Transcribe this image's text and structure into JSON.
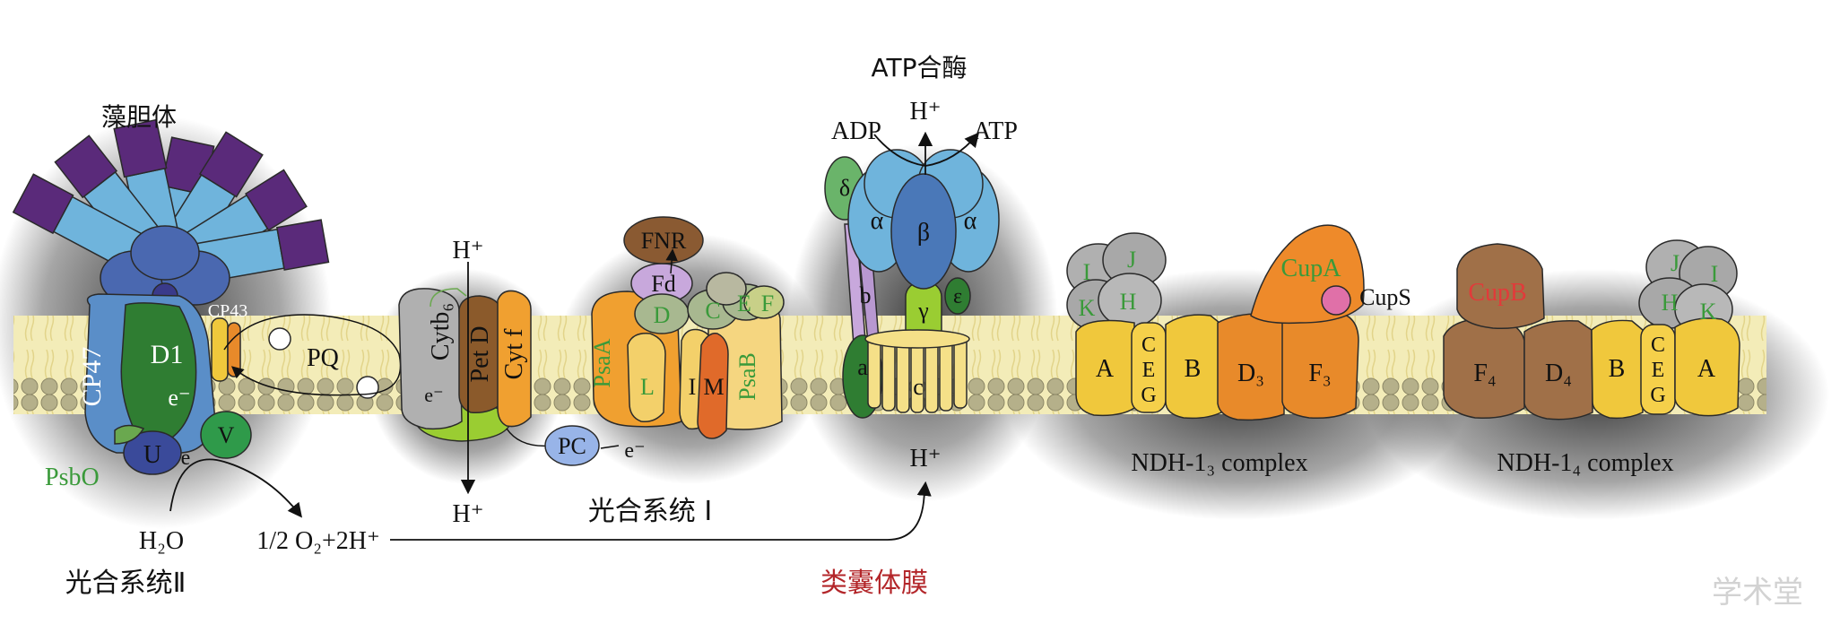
{
  "titles": {
    "phycobilisome": "藻胆体",
    "atp_synthase": "ATP合酶",
    "ps2": "光合系统Ⅱ",
    "ps1": "光合系统 I",
    "membrane": "类囊体膜",
    "ndh13": "NDH-1₃ complex",
    "ndh14": "NDH-1₄ complex"
  },
  "ps2_labels": {
    "cp47": "CP47",
    "d1": "D1",
    "electron": "e⁻",
    "cp43": "CP43",
    "v": "V",
    "u": "U",
    "e": "e",
    "psbo": "PsbO",
    "h2o": "H₂O",
    "o2": "1/2 O₂+2H⁺"
  },
  "pq_label": "PQ",
  "cytb6f_labels": {
    "h_top": "H⁺",
    "cytb6": "Cytb₆",
    "e": "e⁻",
    "petd": "Pet D",
    "cytf": "Cyt f",
    "h_bottom": "H⁺"
  },
  "ps1_labels": {
    "fnr": "FNR",
    "fd": "Fd",
    "d": "D",
    "c": "C",
    "e": "E",
    "f": "F",
    "psaa": "PsaA",
    "l": "L",
    "i": "I",
    "m": "M",
    "psab": "PsaB",
    "pc": "PC",
    "e_minus": "e⁻"
  },
  "atp_labels": {
    "adp": "ADP",
    "h_top": "H⁺",
    "atp": "ATP",
    "delta": "δ",
    "alpha1": "α",
    "beta": "β",
    "alpha2": "α",
    "b": "b",
    "gamma": "γ",
    "epsilon": "ε",
    "a": "a",
    "c": "c",
    "h_bottom": "H⁺"
  },
  "ndh13_labels": {
    "i": "I",
    "j": "J",
    "k": "K",
    "h": "H",
    "cupa": "CupA",
    "cups": "CupS",
    "a": "A",
    "c": "C",
    "e": "E",
    "g": "G",
    "b": "B",
    "d3": "D₃",
    "f3": "F₃"
  },
  "ndh14_labels": {
    "cupb": "CupB",
    "j": "J",
    "i": "I",
    "h": "H",
    "k": "K",
    "f4": "F₄",
    "d4": "D₄",
    "b": "B",
    "c": "C",
    "e": "E",
    "g": "G",
    "a": "A"
  },
  "watermark": "学术堂",
  "colors": {
    "purple": "#5a2a7a",
    "light_blue": "#6fb4dc",
    "blue": "#4a78b8",
    "green": "#2f7d32",
    "yellow": "#f0c83c",
    "orange": "#e88a2a",
    "brown": "#a07048",
    "gray": "#b0b0b0",
    "label_green": "#3a9a3a",
    "label_red": "#e23a3a"
  }
}
